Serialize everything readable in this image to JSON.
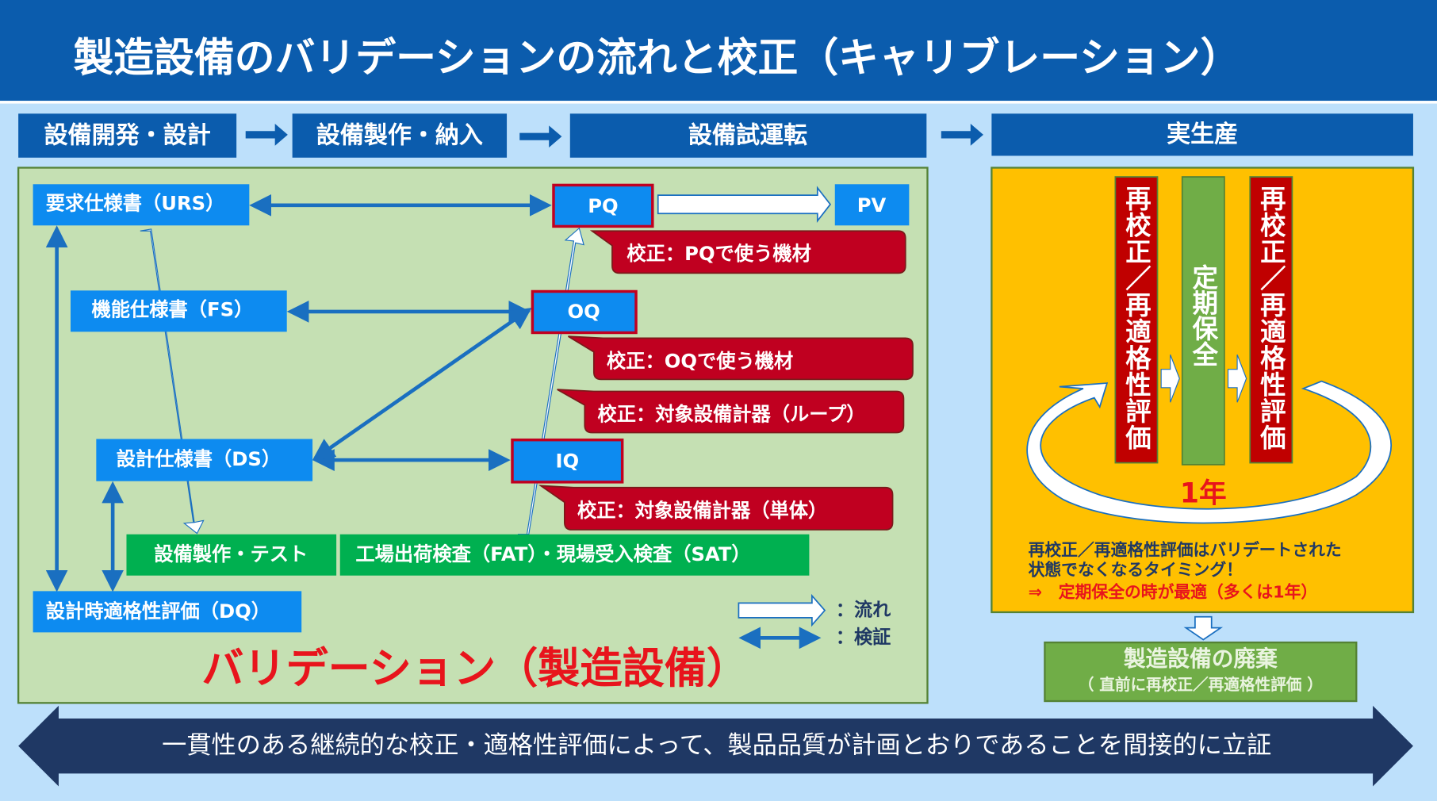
{
  "title": "製造設備のバリデーションの流れと校正（キャリブレーション）",
  "phases": [
    "設備開発・設計",
    "設備製作・納入",
    "設備試運転",
    "実生産"
  ],
  "validation": {
    "urs": "要求仕様書（URS）",
    "fs": "機能仕様書（FS）",
    "ds": "設計仕様書（DS）",
    "dq": "設計時適格性評価（DQ）",
    "pq": "PQ",
    "oq": "OQ",
    "iq": "IQ",
    "pv": "PV",
    "build_test": "設備製作・テスト",
    "fat_sat": "工場出荷検査（FAT）・現場受入検査（SAT）",
    "cal_pq": "校正：PQで使う機材",
    "cal_oq": "校正：OQで使う機材",
    "cal_loop": "校正：対象設備計器（ループ）",
    "cal_unit": "校正：対象設備計器（単体）",
    "legend_flow": "：流れ",
    "legend_verify": "：検証",
    "panel_title": "バリデーション（製造設備）"
  },
  "production": {
    "recal_left": "再校正／再適格性評価",
    "maintenance": "定期保全",
    "recal_right": "再校正／再適格性評価",
    "cycle": "1年",
    "note1": "再校正／再適格性評価はバリデートされた",
    "note2": "状態でなくなるタイミング！",
    "note3": "⇒　定期保全の時が最適（多くは1年）",
    "disposal": "製造設備の廃棄",
    "disposal_sub": "（ 直前に再校正／再適格性評価 ）"
  },
  "footer": "一貫性のある継続的な校正・適格性評価によって、製品品質が計画とおりであることを間接的に立証",
  "colors": {
    "header": "#0b5cad",
    "box": "#0d8bf0",
    "red": "#c00020",
    "green": "#00b050",
    "panel": "#c5e0b3",
    "orange": "#ffc000",
    "navy": "#1f3864"
  }
}
